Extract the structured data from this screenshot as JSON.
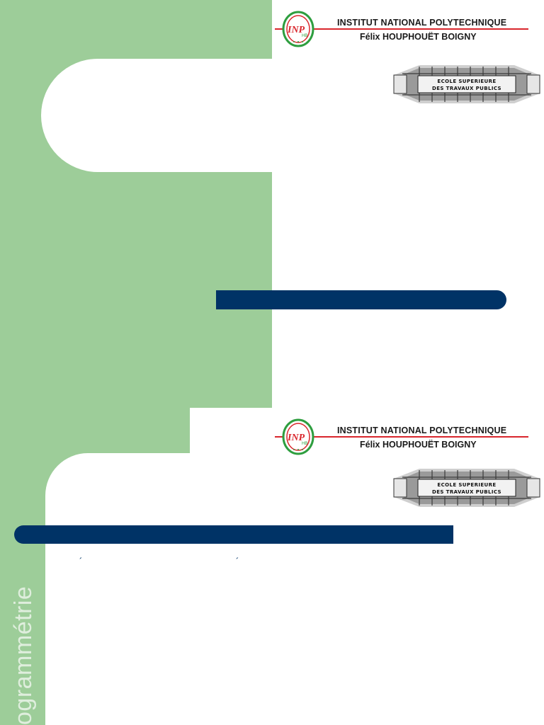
{
  "slides": [
    {
      "header": {
        "institute_line1": "INSTITUT NATIONAL POLYTECHNIQUE",
        "institute_line2": "Félix HOUPHOUËT BOIGNY",
        "inp_logo_text": "INP",
        "inp_logo_sub": "HB"
      },
      "school": {
        "line1": "ECOLE SUPERIEURE",
        "line2": "DES TRAVAUX PUBLICS"
      }
    },
    {
      "header": {
        "institute_line1": "INSTITUT NATIONAL POLYTECHNIQUE",
        "institute_line2": "Félix HOUPHOUËT BOIGNY",
        "inp_logo_text": "INP",
        "inp_logo_sub": "HB"
      },
      "school": {
        "line1": "ECOLE SUPERIEURE",
        "line2": "DES TRAVAUX PUBLICS"
      },
      "side_title": "ogrammétrie",
      "accent_marks": [
        "´",
        "´"
      ]
    }
  ],
  "colors": {
    "green": "#9dcd99",
    "navy": "#003366",
    "red": "#d9262c"
  }
}
